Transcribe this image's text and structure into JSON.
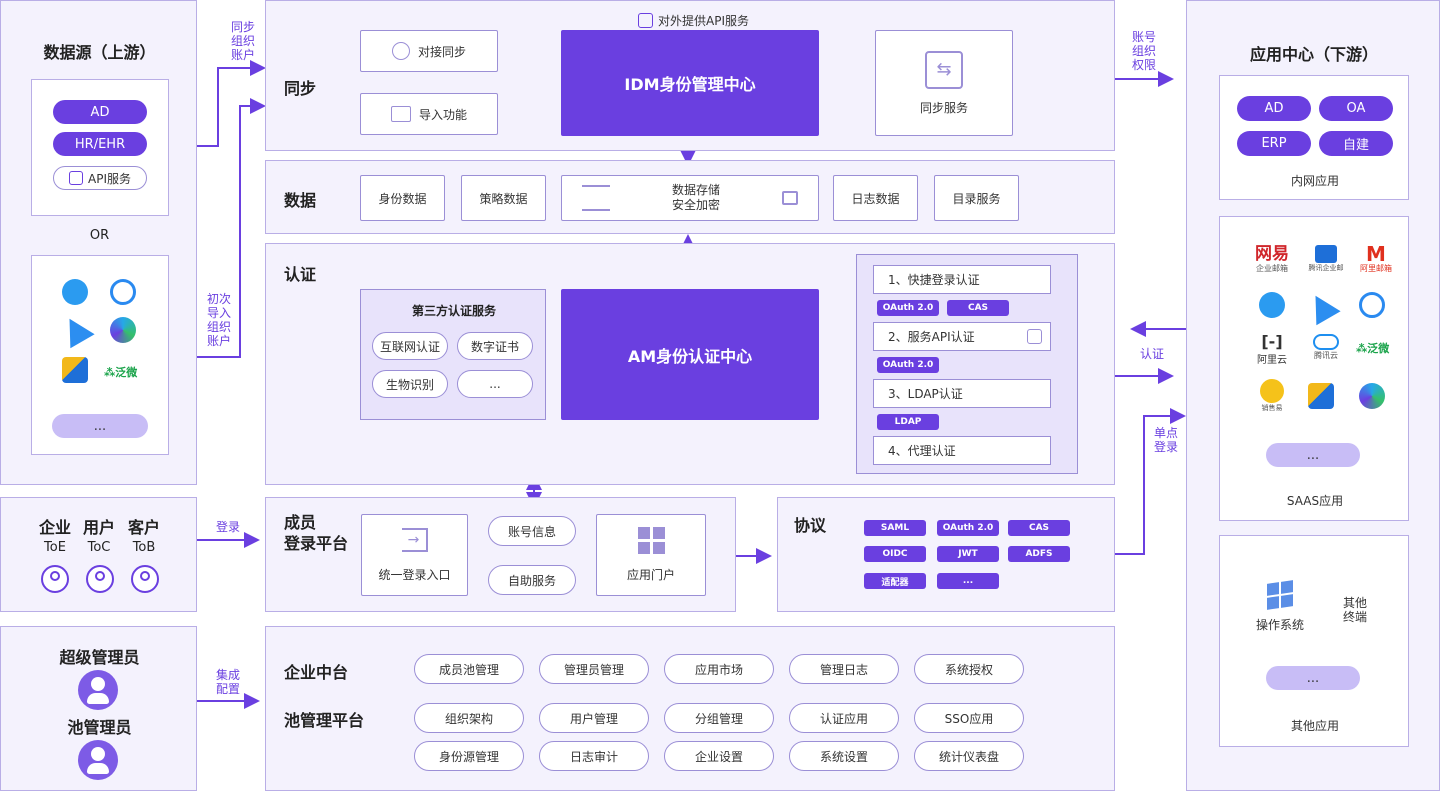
{
  "colors": {
    "accent": "#6a3fe0",
    "panel_bg": "#f4f2fd",
    "border": "#b9aee6",
    "light_pill": "#c8bdf6"
  },
  "upstream": {
    "title": "数据源（上游）",
    "sources": [
      "AD",
      "HR/EHR"
    ],
    "api_service": "API服务",
    "or": "OR",
    "more": "...",
    "icons": [
      "dingtalk-icon",
      "wechat-work-icon",
      "feishu-icon",
      "app-icon-s",
      "app-icon-j",
      "fanwei-icon"
    ],
    "fanwei": "泛微"
  },
  "arrows": {
    "sync_accounts": [
      "同步",
      "组织",
      "账户"
    ],
    "init_import": [
      "初次",
      "导入",
      "组织",
      "账户"
    ],
    "account_perm": [
      "账号",
      "组织",
      "权限"
    ],
    "auth": "认证",
    "sso": [
      "单点",
      "登录"
    ],
    "login": "登录",
    "integrate": [
      "集成",
      "配置"
    ]
  },
  "sync": {
    "title": "同步",
    "api_top": "对外提供API服务",
    "dock_sync": "对接同步",
    "import": "导入功能",
    "center": "IDM身份管理中心",
    "sync_service": "同步服务"
  },
  "data": {
    "title": "数据",
    "items": [
      "身份数据",
      "策略数据",
      "日志数据",
      "目录服务"
    ],
    "storage": [
      "数据存储",
      "安全加密"
    ]
  },
  "auth": {
    "title": "认证",
    "third_party": {
      "title": "第三方认证服务",
      "items": [
        "互联网认证",
        "数字证书",
        "生物识别",
        "..."
      ]
    },
    "center": "AM身份认证中心",
    "methods": [
      {
        "label": "1、快捷登录认证",
        "tags": [
          "OAuth 2.0",
          "CAS"
        ]
      },
      {
        "label": "2、服务API认证",
        "tags": [
          "OAuth 2.0"
        ]
      },
      {
        "label": "3、LDAP认证",
        "tags": [
          "LDAP"
        ]
      },
      {
        "label": "4、代理认证",
        "tags": []
      }
    ]
  },
  "users": {
    "types": [
      {
        "name": "企业",
        "code": "ToE"
      },
      {
        "name": "用户",
        "code": "ToC"
      },
      {
        "name": "客户",
        "code": "ToB"
      }
    ]
  },
  "member": {
    "title": [
      "成员",
      "登录平台"
    ],
    "unified": "统一登录入口",
    "account_info": "账号信息",
    "self_service": "自助服务",
    "portal": "应用门户"
  },
  "protocol": {
    "title": "协议",
    "tags": [
      "SAML",
      "OAuth 2.0",
      "CAS",
      "OIDC",
      "JWT",
      "ADFS",
      "适配器",
      "..."
    ]
  },
  "admins": {
    "super": "超级管理员",
    "pool": "池管理员"
  },
  "platform": {
    "title1": "企业中台",
    "title2": "池管理平台",
    "row1": [
      "成员池管理",
      "管理员管理",
      "应用市场",
      "管理日志",
      "系统授权"
    ],
    "row2": [
      "组织架构",
      "用户管理",
      "分组管理",
      "认证应用",
      "SSO应用"
    ],
    "row3": [
      "身份源管理",
      "日志审计",
      "企业设置",
      "系统设置",
      "统计仪表盘"
    ]
  },
  "downstream": {
    "title": "应用中心（下游）",
    "intranet_apps": [
      "AD",
      "OA",
      "ERP",
      "自建"
    ],
    "intranet_label": "内网应用",
    "saas_logos": [
      "网易",
      "企业邮箱",
      "腾讯企业邮",
      "阿里邮箱",
      "阿里云",
      "腾讯云",
      "泛微",
      "销售易"
    ],
    "saas_label": "SAAS应用",
    "more": "...",
    "os": "操作系统",
    "other_terminal": [
      "其他",
      "终端"
    ],
    "other_label": "其他应用"
  }
}
